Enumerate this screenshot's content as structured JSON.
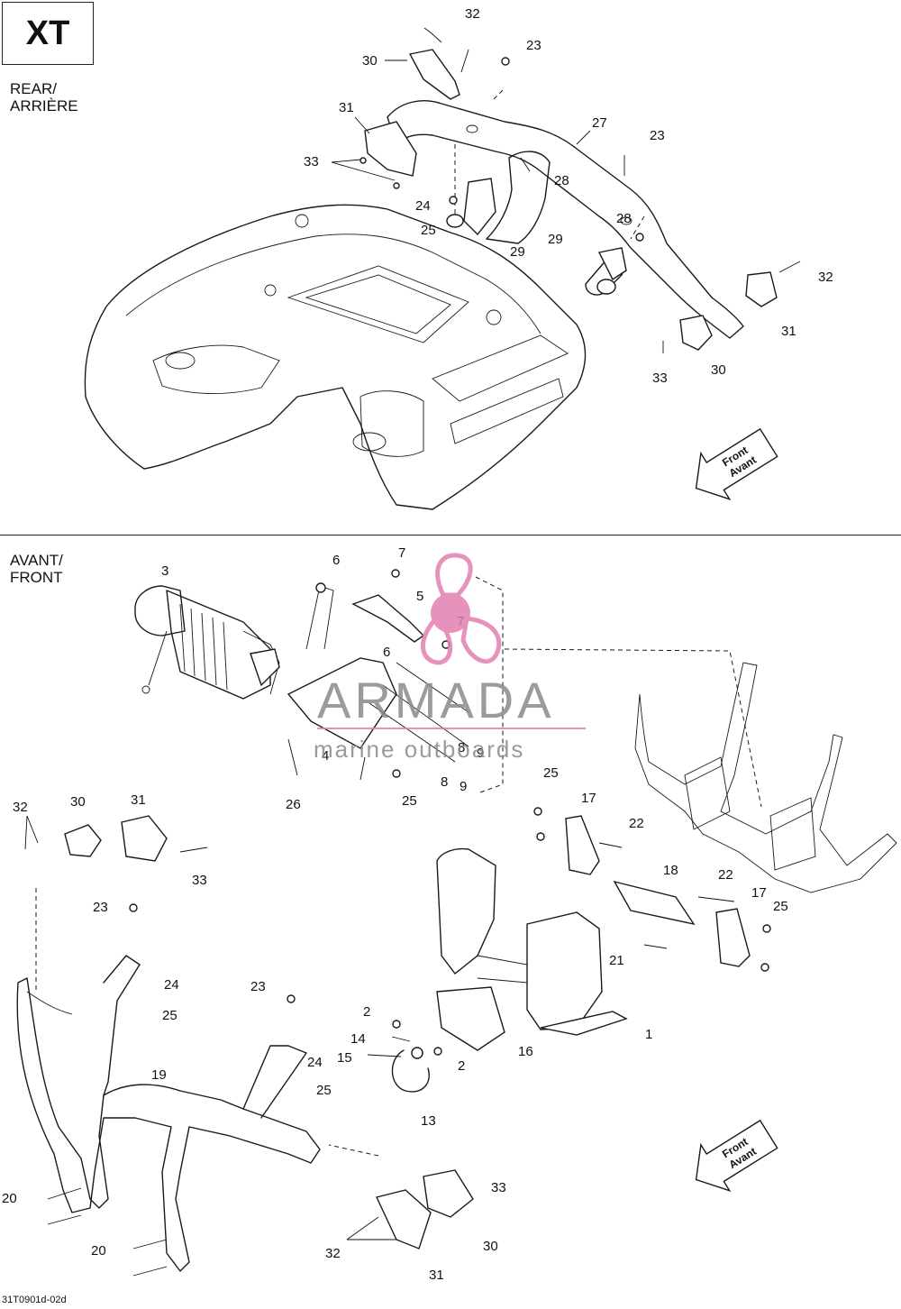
{
  "header": {
    "model_badge": "XT"
  },
  "sections": {
    "rear": {
      "label_line1": "REAR/",
      "label_line2": "ARRIÈRE"
    },
    "front": {
      "label_line1": "AVANT/",
      "label_line2": "FRONT"
    }
  },
  "direction_arrows": [
    {
      "line1": "Front",
      "line2": "Avant"
    },
    {
      "line1": "Front",
      "line2": "Avant"
    }
  ],
  "watermark": {
    "brand": "ARMADA",
    "tagline": "marine outboards",
    "logo_color": "#e27fb0"
  },
  "rear_callouts": [
    "32",
    "30",
    "23",
    "31",
    "27",
    "23",
    "33",
    "28",
    "24",
    "25",
    "29",
    "28",
    "29",
    "32",
    "31",
    "33",
    "30"
  ],
  "front_callouts": [
    "7",
    "6",
    "3",
    "5",
    "7",
    "6",
    "4",
    "8",
    "9",
    "8",
    "9",
    "26",
    "25",
    "25",
    "17",
    "22",
    "32",
    "30",
    "31",
    "33",
    "18",
    "22",
    "17",
    "25",
    "21",
    "23",
    "24",
    "25",
    "23",
    "1",
    "2",
    "14",
    "15",
    "16",
    "2",
    "19",
    "24",
    "25",
    "13",
    "20",
    "33",
    "20",
    "32",
    "30",
    "31"
  ],
  "reference_code": "31T0901d-02d",
  "colors": {
    "line": "#1a1a1a",
    "logo_pink": "#e27fb0",
    "watermark_grey": "#8a8a8a"
  }
}
